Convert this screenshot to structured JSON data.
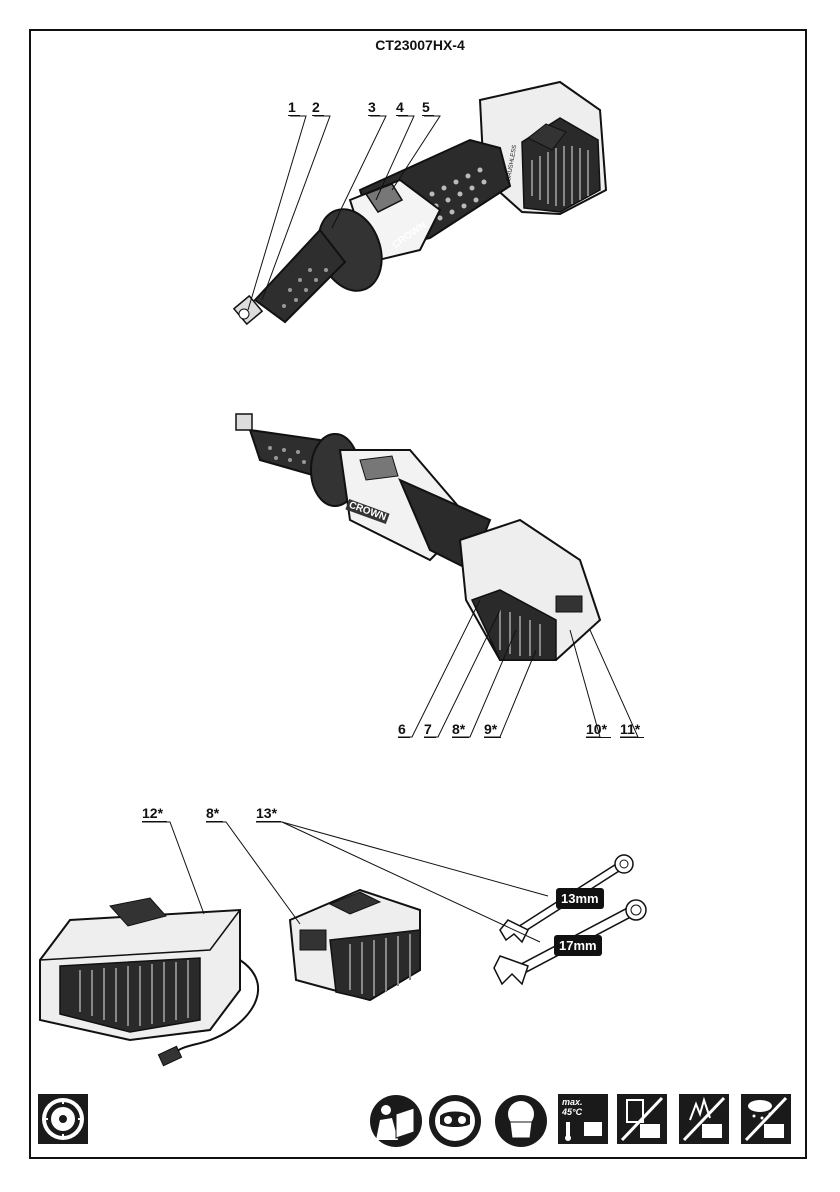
{
  "document": {
    "model": "CT23007HX-4"
  },
  "callouts_top": [
    "1",
    "2",
    "3",
    "4",
    "5"
  ],
  "callouts_middle": [
    "6",
    "7",
    "8*",
    "9*",
    "10*",
    "11*"
  ],
  "callouts_bottom": [
    "12*",
    "8*",
    "13*"
  ],
  "brand_text": "CROWN",
  "motor_text": "BRUSHLESS",
  "wrenches": [
    {
      "size": "13mm"
    },
    {
      "size": "17mm"
    }
  ],
  "icons": {
    "max_temp_line1": "max.",
    "max_temp_line2": "45°C"
  }
}
